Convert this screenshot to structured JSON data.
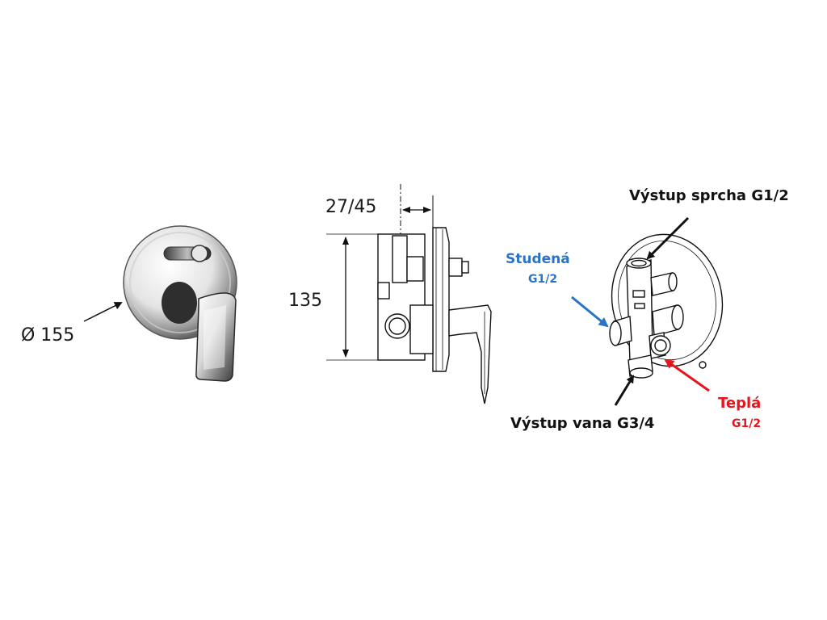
{
  "dimensions": {
    "diameter": "Ø 155",
    "depth": "27/45",
    "height": "135"
  },
  "labels": {
    "shower_outlet": "Výstup sprcha G1/2",
    "cold": "Studená",
    "cold_thread": "G1/2",
    "bath_outlet": "Výstup vana G3/4",
    "hot": "Teplá",
    "hot_thread": "G1/2"
  },
  "colors": {
    "cold": "#2a73c6",
    "hot": "#e8141c",
    "text": "#111111"
  }
}
